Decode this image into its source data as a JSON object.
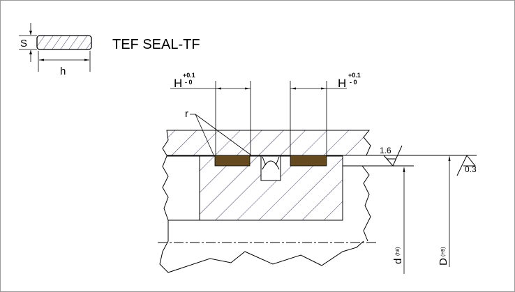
{
  "title": "TEF SEAL-TF",
  "profile": {
    "thickness_label": "S",
    "width_label": "h"
  },
  "groove_width": {
    "label": "H",
    "tol_upper": "+0.1",
    "tol_lower": "- 0"
  },
  "radius_label": "r",
  "surface_roughness": {
    "shaft": "1.6",
    "bore": "0.3"
  },
  "diameters": {
    "shaft": "d",
    "shaft_tol": "(h8)",
    "bore": "D",
    "bore_tol": "(H9)"
  },
  "colors": {
    "seal": "#654a1f",
    "hatch": "#2a2a5a"
  }
}
